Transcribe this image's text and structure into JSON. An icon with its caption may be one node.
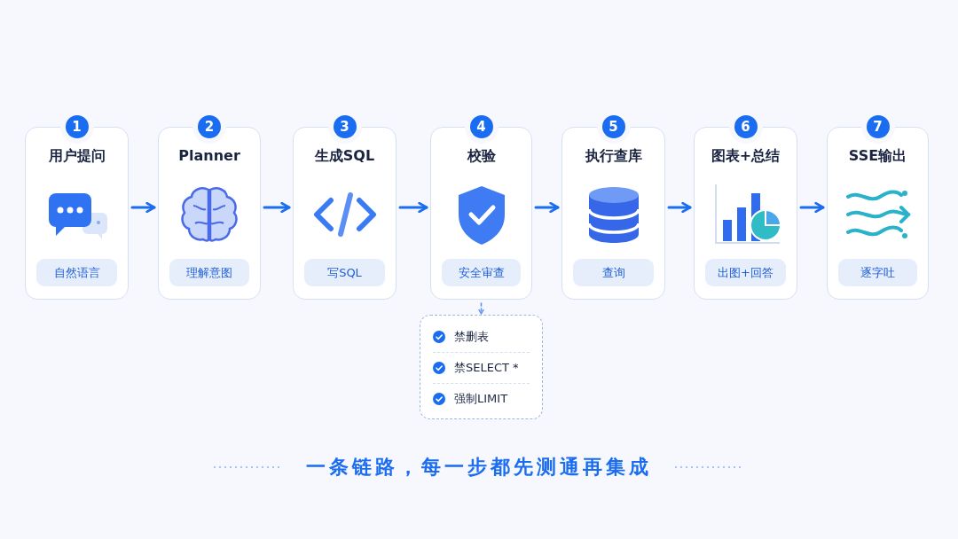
{
  "diagram": {
    "caption": "一条链路，每一步都先测通再集成",
    "nodes": [
      {
        "text": [
          "1",
          "用户提问",
          "自然语言"
        ]
      },
      {
        "text": [
          "2",
          "Planner",
          "理解意图"
        ]
      },
      {
        "text": [
          "3",
          "生成SQL",
          "写SQL"
        ]
      },
      {
        "text": [
          "4",
          "校验",
          "安全审查"
        ]
      },
      {
        "text": [
          "5",
          "执行查库",
          "查询"
        ]
      },
      {
        "text": [
          "6",
          "图表+总结",
          "出图+回答"
        ]
      },
      {
        "text": [
          "7",
          "SSE输出",
          "逐字吐"
        ]
      },
      {
        "text": [
          "禁删表",
          "禁SELECT *",
          "强制LIMIT"
        ]
      }
    ],
    "edges": [
      {
        "from": 0,
        "to": 1,
        "arrow": "to"
      },
      {
        "from": 1,
        "to": 2,
        "arrow": "to"
      },
      {
        "from": 2,
        "to": 3,
        "arrow": "to"
      },
      {
        "from": 3,
        "to": 4,
        "arrow": "to"
      },
      {
        "from": 4,
        "to": 5,
        "arrow": "to"
      },
      {
        "from": 5,
        "to": 6,
        "arrow": "to"
      },
      {
        "from": 3,
        "to": 7,
        "arrow": "to",
        "style": "dashed"
      }
    ]
  }
}
